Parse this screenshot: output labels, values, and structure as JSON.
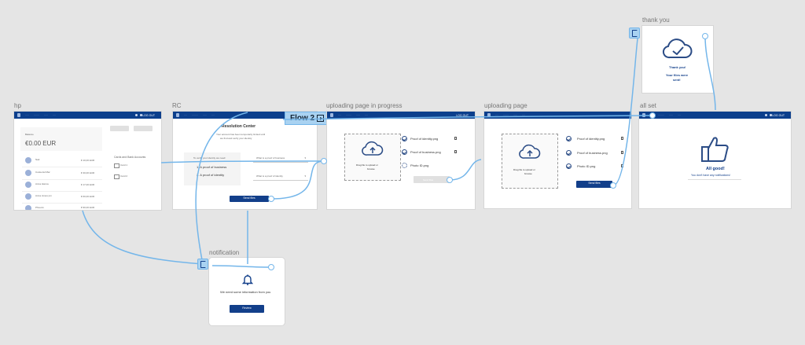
{
  "frames": {
    "hp": "hp",
    "rc": "RC",
    "uploading_progress": "uploading page in progress",
    "uploading": "uploading page",
    "all_set": "all set",
    "thank_you": "thank you",
    "notification": "notification"
  },
  "flow_tag": "Flow 2",
  "nav": {
    "logout": "LOG OUT"
  },
  "hp": {
    "balance_label": "Balance",
    "balance": "€0.00 EUR",
    "cards_title": "Cards and Bank Accounts",
    "card1": "Card 1",
    "card2": "Card 2",
    "rows": [
      {
        "name": "Nati",
        "amount": "€ 10,00 EUR"
      },
      {
        "name": "Costa del Mar",
        "amount": "€ 30,00 EUR"
      },
      {
        "name": "Anna Hanna",
        "amount": "€ 17,00 EUR"
      },
      {
        "name": "Anna Jones pm",
        "amount": "€ 60,00 EUR"
      },
      {
        "name": "Phoenix",
        "amount": "€ 90,00 EUR"
      }
    ]
  },
  "rc": {
    "title": "Resolution Center",
    "subtitle_1": "Your account has been temporarily limited until",
    "subtitle_2": "we find and verify your identity",
    "left_title": "To verify your identity we need:",
    "item1": "1. A proof of business",
    "item2": "2. A proof of identity",
    "select1": "What is a proof of business",
    "select2": "What is a proof of identity",
    "send": "Send files"
  },
  "upload": {
    "drop_1": "Drag file to upload or",
    "drop_2": "browse",
    "file1": "Proof of identity.png",
    "file2": "Proof of business.png",
    "file3": "Photo ID.png",
    "send": "Send files"
  },
  "all_set": {
    "title": "All good!",
    "sub": "You don't have any notifications!"
  },
  "thank_you": {
    "line1": "Thank you!",
    "line2": "Your files were",
    "line3": "sent!"
  },
  "notification": {
    "message": "We need some information from you",
    "button": "Review"
  },
  "colors": {
    "brand": "#123f8a",
    "nav": "#0c3f8c",
    "wire": "#74b6ea",
    "canvas": "#e5e5e5"
  }
}
